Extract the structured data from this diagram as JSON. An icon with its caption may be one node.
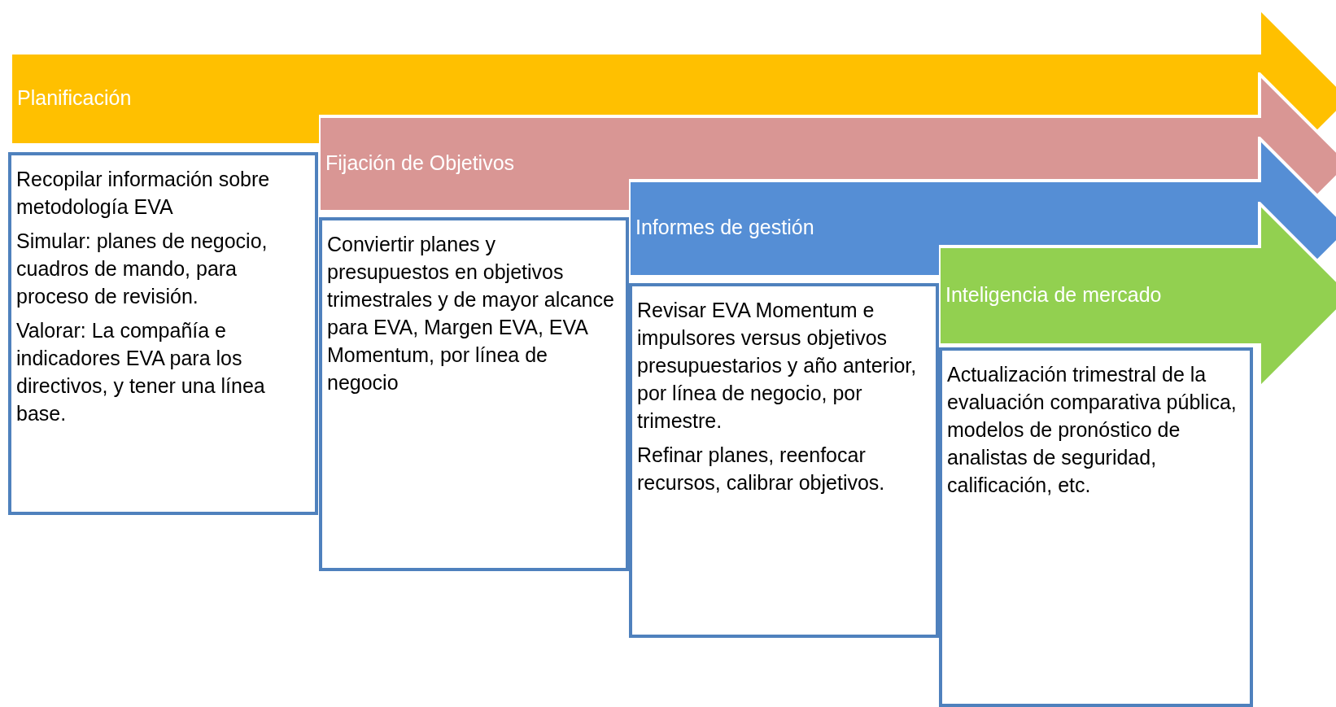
{
  "diagram": {
    "nodes": [
      {
        "text": [
          "Planificación"
        ]
      },
      {
        "text": [
          "Recopilar información sobre metodología EVA",
          "Simular: planes de negocio, cuadros de mando, para proceso de revisión.",
          "Valorar: La compañía e indicadores EVA para los directivos, y tener una línea base."
        ]
      },
      {
        "text": [
          "Fijación de Objetivos"
        ]
      },
      {
        "text": [
          "Conviertir planes y presupuestos en objetivos trimestrales y de mayor alcance para EVA, Margen EVA, EVA Momentum, por línea de negocio"
        ]
      },
      {
        "text": [
          "Informes de gestión"
        ]
      },
      {
        "text": [
          "Revisar EVA Momentum e impulsores versus objetivos presupuestarios y año anterior, por línea de negocio, por trimestre.",
          "Refinar planes, reenfocar recursos, calibrar objetivos."
        ]
      },
      {
        "text": [
          "Inteligencia de mercado"
        ]
      },
      {
        "text": [
          "Actualización trimestral de la evaluación comparativa pública, modelos de pronóstico de analistas de seguridad, calificación, etc."
        ]
      }
    ]
  }
}
